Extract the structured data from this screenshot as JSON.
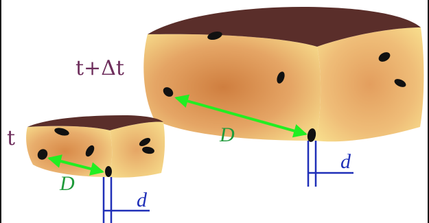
{
  "labels": {
    "time_t": "t",
    "time_t_plus_dt": "t+Δt",
    "distance_D_small": "D",
    "distance_D_large": "D",
    "distance_d_small": "d",
    "distance_d_large": "d"
  },
  "colors": {
    "crust_top": "#5a2e2a",
    "crumb_light": "#f8e08e",
    "crumb_mid": "#e5a565",
    "crumb_dark": "#cf7e3f",
    "raisin": "#111111",
    "arrow_green": "#22ee22",
    "label_green": "#1f9a3a",
    "label_purple": "#6e2e5c",
    "marker_blue": "#1f2fb8",
    "border": "#1a1a1a"
  }
}
